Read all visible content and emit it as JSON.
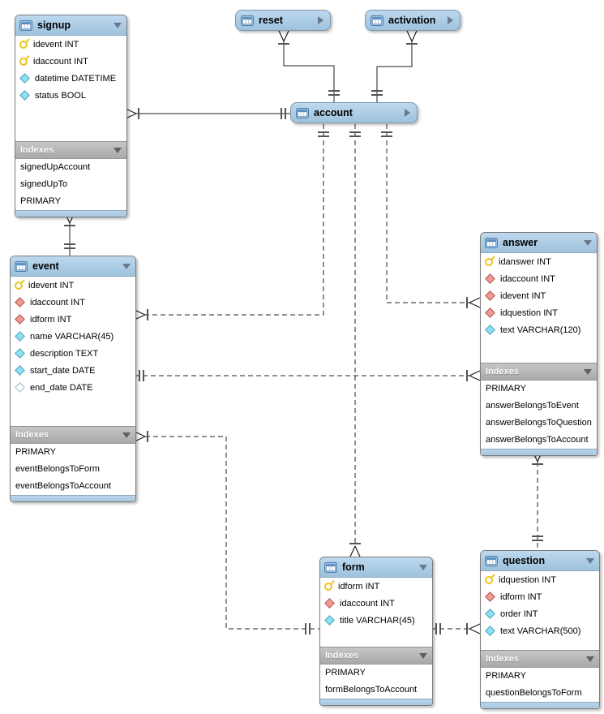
{
  "tables": {
    "signup": {
      "title": "signup",
      "collapsed": false,
      "columns": [
        {
          "icon": "key",
          "label": "idevent INT"
        },
        {
          "icon": "key",
          "label": "idaccount INT"
        },
        {
          "icon": "col",
          "label": "datetime DATETIME"
        },
        {
          "icon": "col",
          "label": "status BOOL"
        }
      ],
      "indexes_label": "Indexes",
      "indexes": [
        "signedUpAccount",
        "signedUpTo",
        "PRIMARY"
      ]
    },
    "reset": {
      "title": "reset",
      "collapsed": true
    },
    "activation": {
      "title": "activation",
      "collapsed": true
    },
    "account": {
      "title": "account",
      "collapsed": true
    },
    "event": {
      "title": "event",
      "collapsed": false,
      "columns": [
        {
          "icon": "key",
          "label": "idevent INT"
        },
        {
          "icon": "fk",
          "label": "idaccount INT"
        },
        {
          "icon": "fk",
          "label": "idform INT"
        },
        {
          "icon": "col",
          "label": "name VARCHAR(45)"
        },
        {
          "icon": "col",
          "label": "description TEXT"
        },
        {
          "icon": "col",
          "label": "start_date DATE"
        },
        {
          "icon": "coln",
          "label": "end_date DATE"
        }
      ],
      "indexes_label": "Indexes",
      "indexes": [
        "PRIMARY",
        "eventBelongsToForm",
        "eventBelongsToAccount"
      ]
    },
    "answer": {
      "title": "answer",
      "collapsed": false,
      "columns": [
        {
          "icon": "key",
          "label": "idanswer INT"
        },
        {
          "icon": "fk",
          "label": "idaccount INT"
        },
        {
          "icon": "fk",
          "label": "idevent INT"
        },
        {
          "icon": "fk",
          "label": "idquestion INT"
        },
        {
          "icon": "col",
          "label": "text VARCHAR(120)"
        }
      ],
      "indexes_label": "Indexes",
      "indexes": [
        "PRIMARY",
        "answerBelongsToEvent",
        "answerBelongsToQuestion",
        "answerBelongsToAccount"
      ]
    },
    "form": {
      "title": "form",
      "collapsed": false,
      "columns": [
        {
          "icon": "key",
          "label": "idform INT"
        },
        {
          "icon": "fk",
          "label": "idaccount INT"
        },
        {
          "icon": "col",
          "label": "title VARCHAR(45)"
        }
      ],
      "indexes_label": "Indexes",
      "indexes": [
        "PRIMARY",
        "formBelongsToAccount"
      ]
    },
    "question": {
      "title": "question",
      "collapsed": false,
      "columns": [
        {
          "icon": "key",
          "label": "idquestion INT"
        },
        {
          "icon": "fk",
          "label": "idform INT"
        },
        {
          "icon": "col",
          "label": "order INT"
        },
        {
          "icon": "col",
          "label": "text VARCHAR(500)"
        }
      ],
      "indexes_label": "Indexes",
      "indexes": [
        "PRIMARY",
        "questionBelongsToForm"
      ]
    }
  },
  "colors": {
    "table_header_blue": "#aecde6",
    "indexes_header_gray": "#b3b3b3",
    "primary_key_yellow": "#eec41c",
    "foreign_key_red": "#ec9a92",
    "column_cyan": "#8fdef2",
    "relationship_line": "#222222"
  }
}
